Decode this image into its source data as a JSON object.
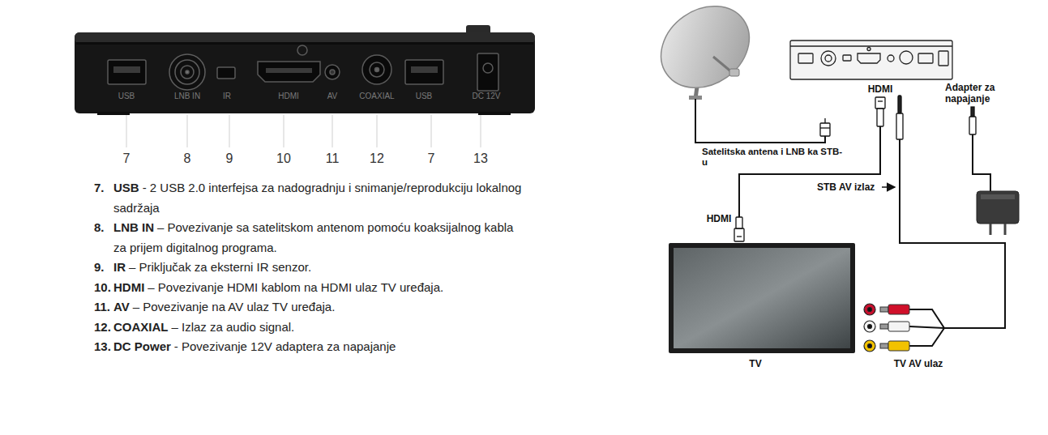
{
  "diagram": {
    "labels": [
      "USB",
      "LNB IN",
      "IR",
      "HDMI",
      "AV",
      "COAXIAL",
      "USB",
      "DC 12V",
      "7",
      "8",
      "9",
      "10",
      "11",
      "12",
      "7",
      "13",
      "7.",
      "USB",
      "- 2 USB 2.0 interfejsa za nadogradnju i snimanje/reprodukciju lokalnog sadržaja",
      "8.",
      "LNB IN",
      "– Povezivanje sa satelitskom antenom pomoću koaksijalnog kabla za prijem digitalnog programa.",
      "9.",
      "IR",
      "– Priključak za eksterni IR senzor.",
      "10.",
      "HDMI",
      "– Povezivanje HDMI kablom na HDMI ulaz TV uređaja.",
      "11.",
      "AV",
      "– Povezivanje na AV ulaz TV uređaja.",
      "12.",
      "COAXIAL",
      "– Izlaz za audio signal.",
      "13.",
      "DC Power",
      "- Povezivanje 12V adaptera za napajanje",
      "HDMI",
      "Adapter za napajanje",
      "Satelitska antena i LNB ka STB-u",
      "STB AV izlaz",
      "HDMI",
      "TV",
      "TV AV ulaz"
    ]
  }
}
